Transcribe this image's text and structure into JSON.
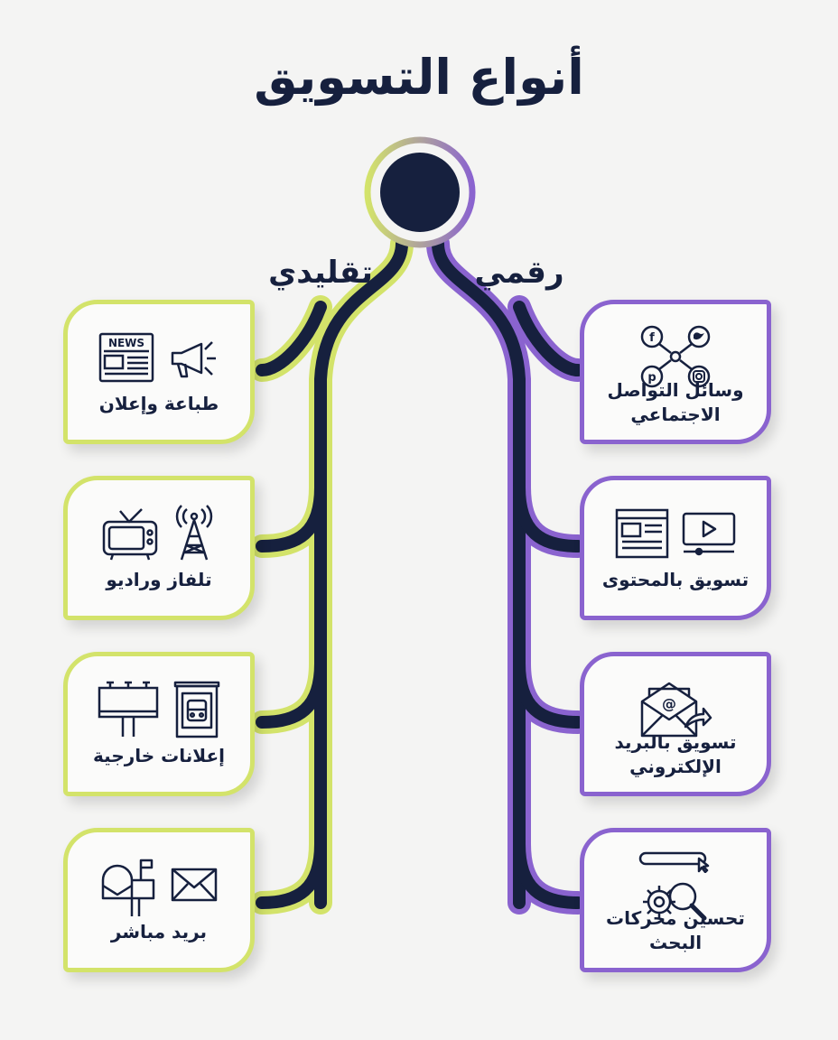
{
  "title": "أنواع التسويق",
  "branches": {
    "traditional": {
      "label": "تقليدي",
      "color": "#d3e36a",
      "items": [
        {
          "label": "طباعة وإعلان",
          "icons": [
            "newspaper-icon",
            "megaphone-icon"
          ]
        },
        {
          "label": "تلفاز وراديو",
          "icons": [
            "tv-icon",
            "radio-tower-icon"
          ]
        },
        {
          "label": "إعلانات خارجية",
          "icons": [
            "billboard-icon",
            "bus-stop-icon"
          ]
        },
        {
          "label": "بريد مباشر",
          "icons": [
            "mailbox-icon",
            "envelope-icon"
          ]
        }
      ]
    },
    "digital": {
      "label": "رقمي",
      "color": "#8a63cf",
      "items": [
        {
          "label": "وسائل التواصل الاجتماعي",
          "icons": [
            "social-network-icon"
          ]
        },
        {
          "label": "تسويق بالمحتوى",
          "icons": [
            "article-icon",
            "video-player-icon"
          ]
        },
        {
          "label": "تسويق بالبريد الإلكتروني",
          "icons": [
            "email-forward-icon"
          ]
        },
        {
          "label": "تحسين محركات البحث",
          "icons": [
            "search-bar-icon",
            "gear-magnifier-icon"
          ]
        }
      ]
    }
  },
  "colors": {
    "dark": "#16203e",
    "lime": "#d3e36a",
    "purple": "#8a63cf",
    "background": "#f4f4f3"
  }
}
